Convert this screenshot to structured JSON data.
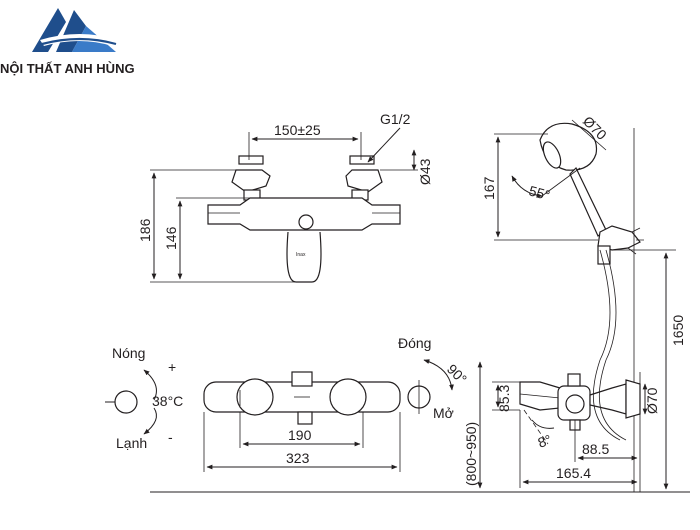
{
  "brand": {
    "name": "NỘI THẤT ANH HÙNG",
    "colors": {
      "primary": "#1f4e8c",
      "text": "#231f20"
    }
  },
  "front_view": {
    "dims": {
      "spacing": "150±25",
      "thread": "G1/2",
      "dia_inlet": "Ø43",
      "height_total": "186",
      "height_body": "146"
    },
    "marking": "Inax"
  },
  "side_view": {
    "dims": {
      "head_dia": "Ø70",
      "head_height": "167",
      "angle": "55°",
      "rail_height": "1650"
    }
  },
  "top_view": {
    "hot_label": "Nóng",
    "plus": "+",
    "temp": "38°C",
    "cold_label": "Lạnh",
    "minus": "-",
    "dims": {
      "width_inner": "190",
      "width_total": "323"
    },
    "open_label": "Mở",
    "close_label": "Đóng",
    "angle_90": "90°"
  },
  "bottom_side_view": {
    "dims": {
      "range": "(800~950)",
      "height_spout": "85.3",
      "angle_8": "8°",
      "depth_1": "88.5",
      "depth_2": "165.4",
      "dia_pipe": "Ø70"
    }
  }
}
